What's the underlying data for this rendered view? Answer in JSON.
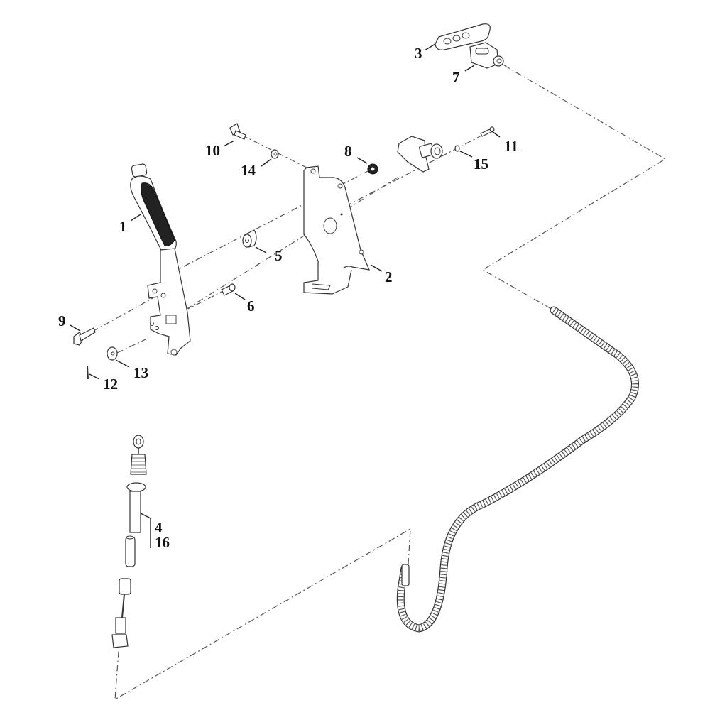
{
  "diagram": {
    "type": "exploded-parts-diagram",
    "subject": "Hand brake lever assembly with cable",
    "callouts": [
      {
        "id": "1",
        "label": "1",
        "part": "hand-lever-with-grip"
      },
      {
        "id": "2",
        "label": "2",
        "part": "mounting-bracket"
      },
      {
        "id": "3",
        "label": "3",
        "part": "link-plate"
      },
      {
        "id": "4",
        "label": "4",
        "part": "cable-end-fitting"
      },
      {
        "id": "5",
        "label": "5",
        "part": "spacer-bushing"
      },
      {
        "id": "6",
        "label": "6",
        "part": "shoulder-bolt"
      },
      {
        "id": "7",
        "label": "7",
        "part": "clevis"
      },
      {
        "id": "8",
        "label": "8",
        "part": "nut"
      },
      {
        "id": "9",
        "label": "9",
        "part": "hex-bolt"
      },
      {
        "id": "10",
        "label": "10",
        "part": "bolt"
      },
      {
        "id": "11",
        "label": "11",
        "part": "screw"
      },
      {
        "id": "12",
        "label": "12",
        "part": "pin"
      },
      {
        "id": "13",
        "label": "13",
        "part": "flat-washer"
      },
      {
        "id": "14",
        "label": "14",
        "part": "washer"
      },
      {
        "id": "15",
        "label": "15",
        "part": "small-washer"
      },
      {
        "id": "16",
        "label": "16",
        "part": "cable-end-fitting-alt"
      }
    ],
    "grouped_callout": [
      "4",
      "16"
    ]
  }
}
